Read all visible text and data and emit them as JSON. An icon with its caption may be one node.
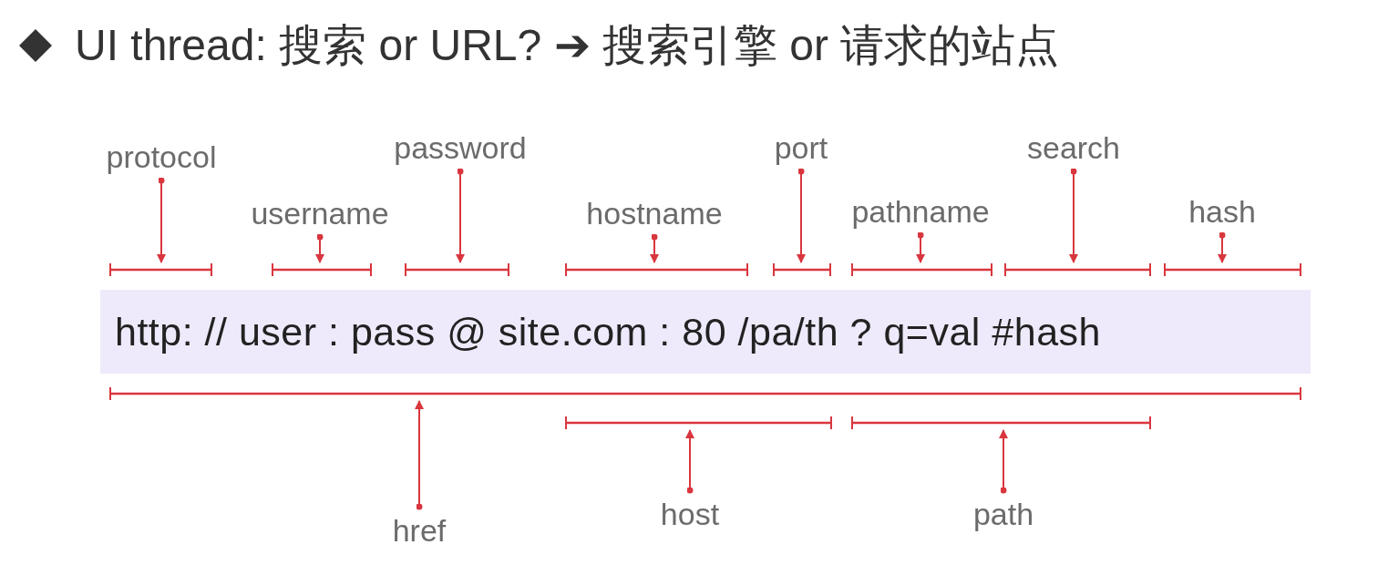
{
  "diagram": {
    "title": "UI thread: 搜索 or URL? ➔ 搜索引擎 or 请求的站点",
    "nodes": [
      {
        "text": [
          "protocol"
        ]
      },
      {
        "text": [
          "username"
        ]
      },
      {
        "text": [
          "password"
        ]
      },
      {
        "text": [
          "hostname"
        ]
      },
      {
        "text": [
          "port"
        ]
      },
      {
        "text": [
          "pathname"
        ]
      },
      {
        "text": [
          "search"
        ]
      },
      {
        "text": [
          "hash"
        ]
      },
      {
        "text": [],
        "shape": "bar"
      },
      {
        "text": [],
        "shape": "bar"
      },
      {
        "text": [],
        "shape": "bar"
      },
      {
        "text": [],
        "shape": "bar"
      },
      {
        "text": [],
        "shape": "bar"
      },
      {
        "text": [],
        "shape": "bar"
      },
      {
        "text": [],
        "shape": "bar"
      },
      {
        "text": [],
        "shape": "bar"
      },
      {
        "text": [
          "http: // user : pass @ site.com : 80 /pa/th ? q=val #hash"
        ]
      },
      {
        "text": [],
        "shape": "bar"
      },
      {
        "text": [],
        "shape": "bar"
      },
      {
        "text": [],
        "shape": "bar"
      },
      {
        "text": [
          "href"
        ]
      },
      {
        "text": [
          "host"
        ]
      },
      {
        "text": [
          "path"
        ]
      }
    ],
    "edges": [
      {
        "from": 0,
        "to": 8,
        "arrow": "to"
      },
      {
        "from": 1,
        "to": 9,
        "arrow": "to"
      },
      {
        "from": 2,
        "to": 10,
        "arrow": "to"
      },
      {
        "from": 3,
        "to": 11,
        "arrow": "to"
      },
      {
        "from": 4,
        "to": 12,
        "arrow": "to"
      },
      {
        "from": 5,
        "to": 13,
        "arrow": "to"
      },
      {
        "from": 6,
        "to": 14,
        "arrow": "to"
      },
      {
        "from": 7,
        "to": 15,
        "arrow": "to"
      },
      {
        "from": 20,
        "to": 17,
        "arrow": "to"
      },
      {
        "from": 21,
        "to": 18,
        "arrow": "to"
      },
      {
        "from": 22,
        "to": 19,
        "arrow": "to"
      }
    ]
  }
}
